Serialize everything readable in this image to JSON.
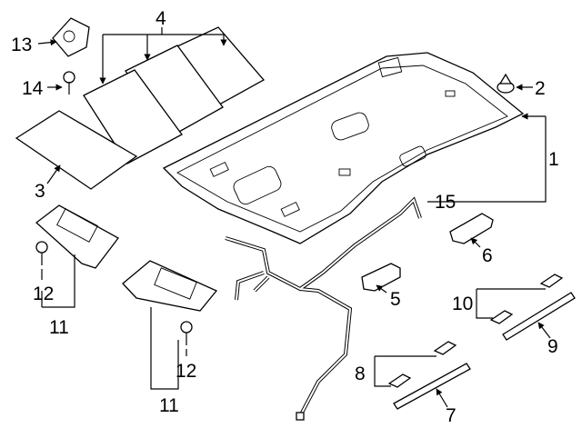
{
  "title": "Headliner & Sun Visor parts diagram",
  "callouts": {
    "c1": "1",
    "c2": "2",
    "c3": "3",
    "c4": "4",
    "c5": "5",
    "c6": "6",
    "c7": "7",
    "c8": "8",
    "c9": "9",
    "c10": "10",
    "c11_left": "11",
    "c11_right": "11",
    "c12_left": "12",
    "c12_right": "12",
    "c13": "13",
    "c14": "14",
    "c15": "15"
  }
}
